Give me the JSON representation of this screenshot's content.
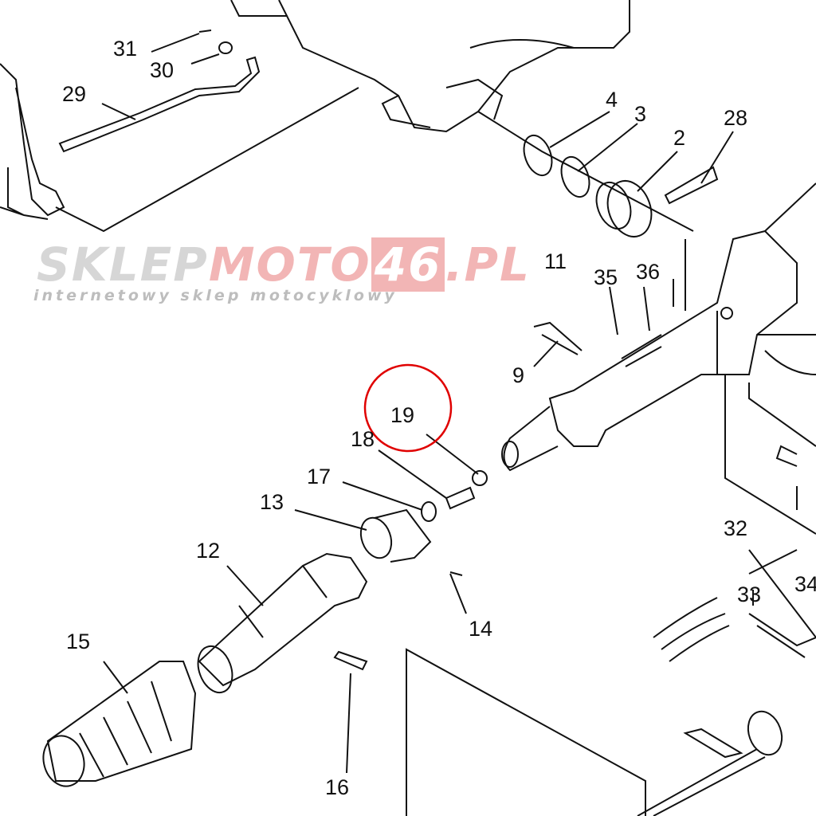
{
  "watermark": {
    "brand_gray": "SKLEP",
    "brand_red": "MOTO",
    "brand_box": "46",
    "brand_tail": ".PL",
    "tagline": "internetowy sklep motocyklowy"
  },
  "labels": {
    "l31": "31",
    "l30": "30",
    "l29": "29",
    "l4": "4",
    "l3": "3",
    "l2": "2",
    "l28": "28",
    "l11": "11",
    "l35": "35",
    "l36": "36",
    "l9": "9",
    "l19": "19",
    "l18": "18",
    "l17": "17",
    "l13": "13",
    "l12": "12",
    "l14": "14",
    "l15": "15",
    "l16": "16",
    "l32": "32",
    "l33": "33",
    "l34": "34"
  },
  "highlight": {
    "part": "19",
    "color": "#e00000"
  }
}
